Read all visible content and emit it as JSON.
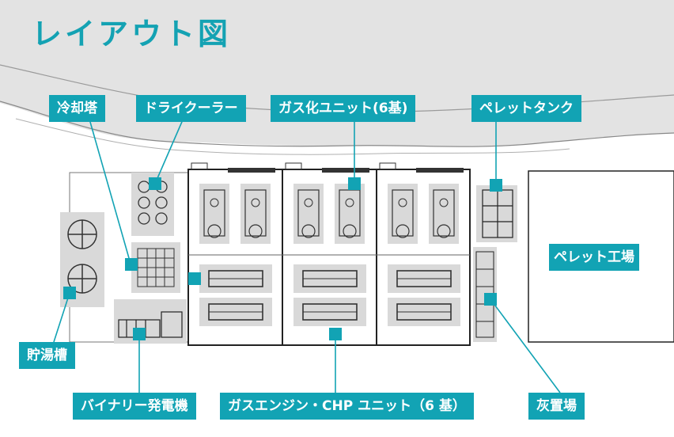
{
  "title": "レイアウト図",
  "colors": {
    "accent": "#12a3b4",
    "title": "#14a2b3",
    "terrain": "#e3e3e3",
    "equipment": "#d9d9d9",
    "outline": "#333333"
  },
  "labels": {
    "cooling_tower": "冷却塔",
    "dry_cooler": "ドライクーラー",
    "gasifier_unit": "ガス化ユニット(6基)",
    "pellet_tank": "ペレットタンク",
    "pellet_factory": "ペレット工場",
    "hot_water_tank": "貯湯槽",
    "binary_generator": "バイナリー発電機",
    "gas_engine_chp": "ガスエンジン・CHP ユニット（6 基）",
    "ash_yard": "灰置場"
  }
}
